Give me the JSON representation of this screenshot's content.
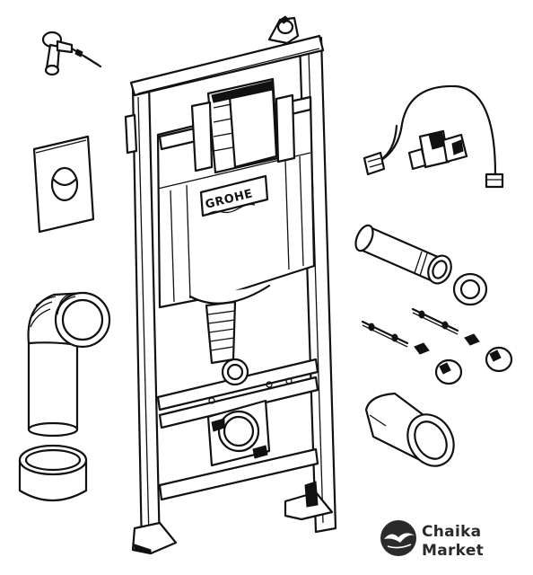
{
  "frame": {
    "brand_label": "GROHE"
  },
  "watermark": {
    "line1": "Chaika",
    "line2": "Market"
  },
  "colors": {
    "line": "#111111",
    "background": "#ffffff",
    "logo_circle": "#2a2a2a"
  }
}
